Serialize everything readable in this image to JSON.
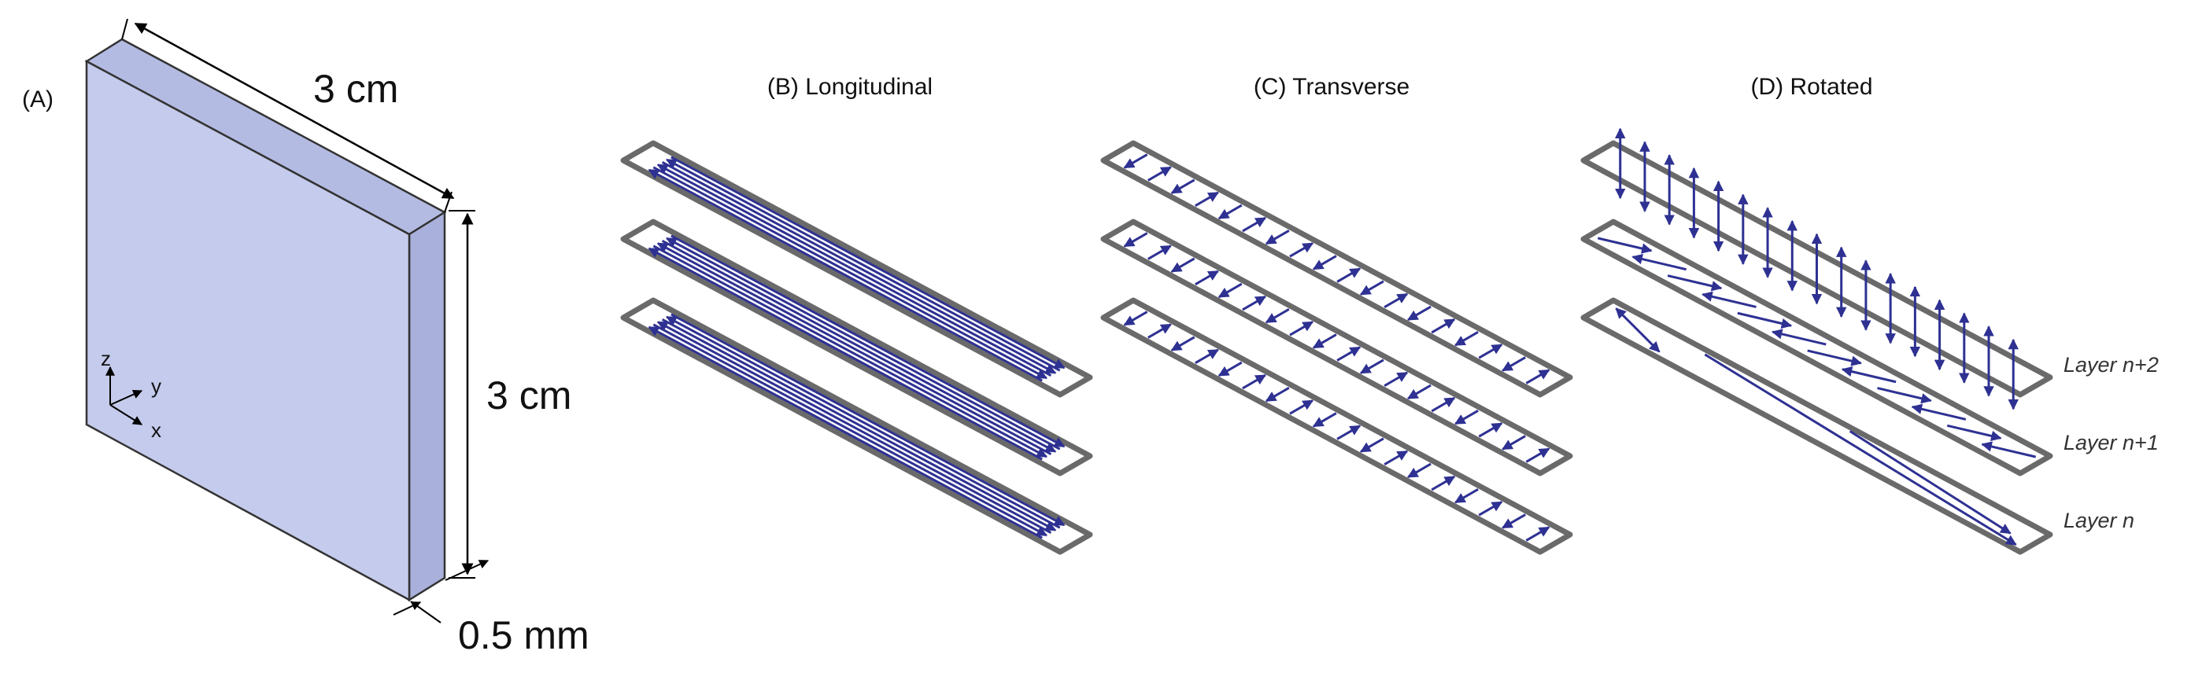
{
  "panels": {
    "a": {
      "label": "(A)",
      "width_label": "3 cm",
      "height_label": "3 cm",
      "thickness_label": "0.5 mm",
      "axes": {
        "z": "z",
        "y": "y",
        "x": "x"
      }
    },
    "b": {
      "title": "(B) Longitudinal"
    },
    "c": {
      "title": "(C) Transverse"
    },
    "d": {
      "title": "(D) Rotated"
    }
  },
  "layers": [
    "Layer n+2",
    "Layer n+1",
    "Layer n"
  ],
  "colors": {
    "arrow": "#2e3192",
    "plate_border": "#6a6a6a",
    "cube_front": "#c5cbec",
    "cube_top": "#b4bbe3",
    "cube_side": "#a9b0db"
  }
}
